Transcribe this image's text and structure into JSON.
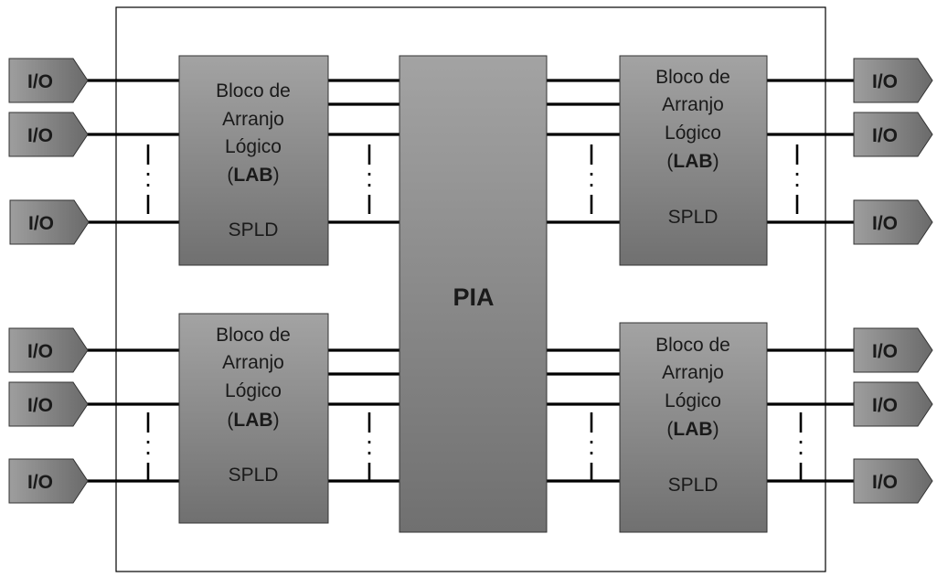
{
  "pia": {
    "label": "PIA"
  },
  "labs": [
    {
      "line1": "Bloco de",
      "line2": "Arranjo",
      "line3": "Lógico",
      "abbr_open": "(",
      "abbr": "LAB",
      "abbr_close": ")",
      "sub": "SPLD"
    },
    {
      "line1": "Bloco de",
      "line2": "Arranjo",
      "line3": "Lógico",
      "abbr_open": "(",
      "abbr": "LAB",
      "abbr_close": ")",
      "sub": "SPLD"
    },
    {
      "line1": "Bloco de",
      "line2": "Arranjo",
      "line3": "Lógico",
      "abbr_open": "(",
      "abbr": "LAB",
      "abbr_close": ")",
      "sub": "SPLD"
    },
    {
      "line1": "Bloco de",
      "line2": "Arranjo",
      "line3": "Lógico",
      "abbr_open": "(",
      "abbr": "LAB",
      "abbr_close": ")",
      "sub": "SPLD"
    }
  ],
  "io": {
    "left": [
      "I/O",
      "I/O",
      "I/O",
      "I/O",
      "I/O",
      "I/O"
    ],
    "right": [
      "I/O",
      "I/O",
      "I/O",
      "I/O",
      "I/O",
      "I/O"
    ]
  },
  "colors": {
    "block_top": "#a3a3a3",
    "block_bottom": "#707070",
    "io_left": "#9a9a9a",
    "io_right": "#6e6e6e",
    "border": "#333333"
  }
}
